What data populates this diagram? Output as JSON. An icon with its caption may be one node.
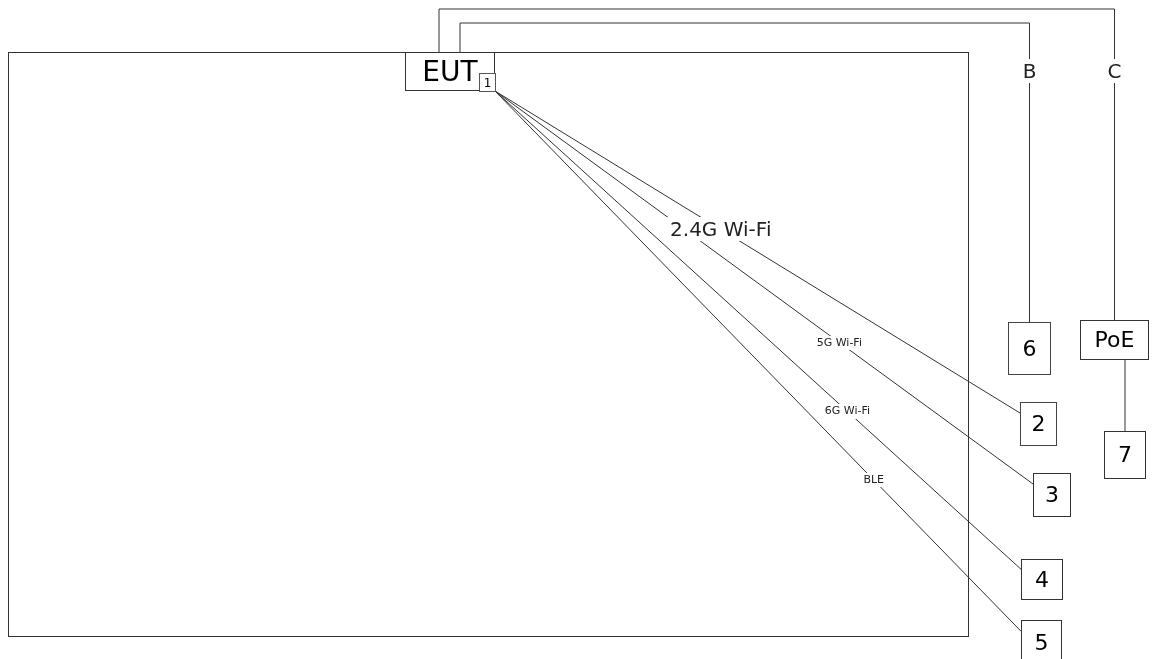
{
  "diagram": {
    "nodes": [
      {
        "text": [
          "EUT"
        ]
      },
      {
        "text": [
          "1"
        ],
        "in": 0
      },
      {
        "text": [
          "2"
        ]
      },
      {
        "text": [
          "3"
        ]
      },
      {
        "text": [
          "4"
        ]
      },
      {
        "text": [
          "5"
        ]
      },
      {
        "text": [
          "6"
        ]
      },
      {
        "text": [
          "PoE"
        ]
      },
      {
        "text": [
          "7"
        ]
      }
    ],
    "edges": [
      {
        "from": 1,
        "to": 2,
        "arrow": "none",
        "label": "2.4G Wi-Fi"
      },
      {
        "from": 1,
        "to": 3,
        "arrow": "none",
        "label": "5G Wi-Fi"
      },
      {
        "from": 1,
        "to": 4,
        "arrow": "none",
        "label": "6G Wi-Fi"
      },
      {
        "from": 1,
        "to": 5,
        "arrow": "none",
        "label": "BLE"
      },
      {
        "from": 0,
        "to": 6,
        "arrow": "none",
        "label": "B"
      },
      {
        "from": 0,
        "to": 7,
        "arrow": "none",
        "label": "C"
      },
      {
        "from": 7,
        "to": 8,
        "arrow": "none"
      }
    ]
  }
}
